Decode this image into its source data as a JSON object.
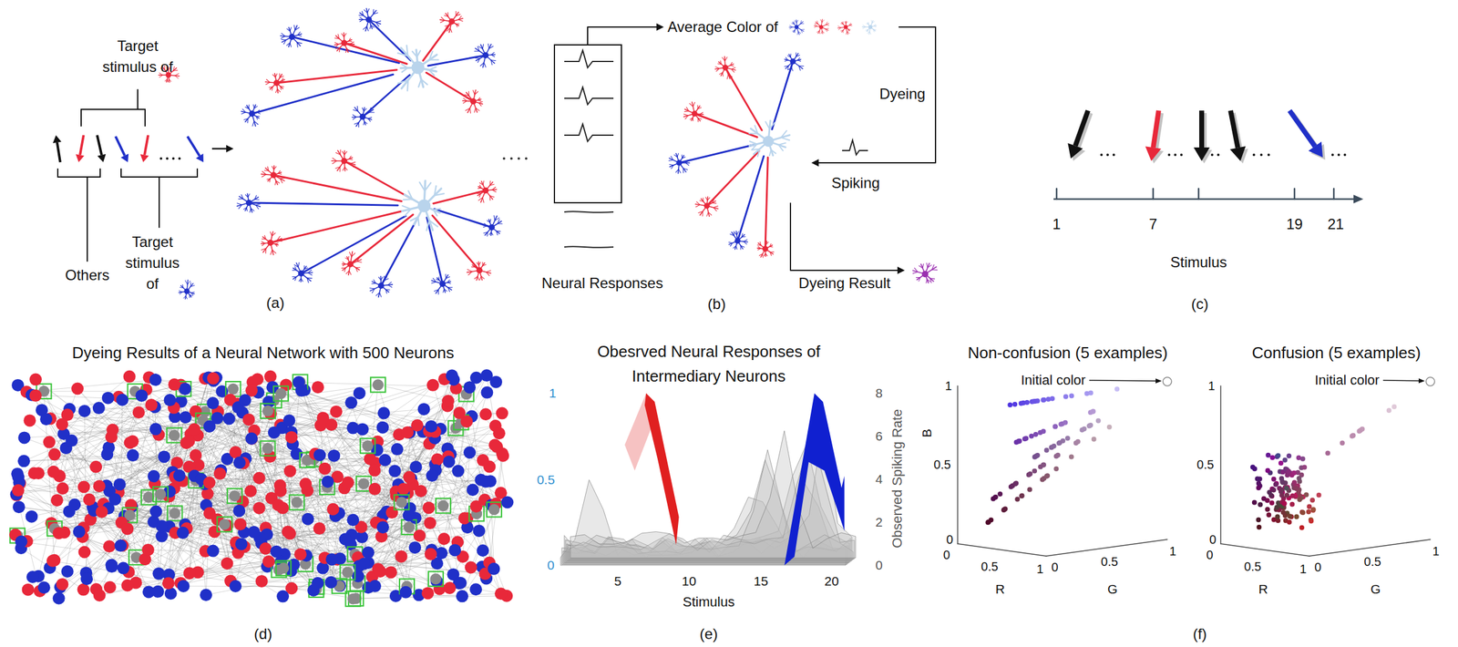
{
  "diagram": {
    "labels": [
      "Target stimulus of",
      "Others",
      "Target stimulus of",
      "(a)",
      "Average Color of",
      "Dyeing",
      "Spiking",
      "Neural Responses",
      "Dyeing Result",
      "(b)",
      "1",
      "7",
      "19",
      "21",
      "Stimulus",
      "(c)",
      "Dyeing Results of a Neural Network with 500 Neurons",
      "(d)",
      "Obesrved Neural Responses of Intermediary Neurons",
      "1",
      "0.5",
      "0",
      "8",
      "6",
      "4",
      "2",
      "0",
      "Observed Spiking Rate",
      "5",
      "10",
      "15",
      "20",
      "Stimulus",
      "(e)",
      "Non-confusion (5 examples)",
      "Confusion (5 examples)",
      "Initial color",
      "1",
      "B",
      "0.5",
      "0",
      "0",
      "0.5",
      "R",
      "1",
      "0",
      "0.5",
      "G",
      "1",
      "Initial color",
      "1",
      "0.5",
      "0",
      "0",
      "0.5",
      "R",
      "1",
      "0",
      "0.5",
      "G",
      "1",
      "(f)"
    ]
  }
}
